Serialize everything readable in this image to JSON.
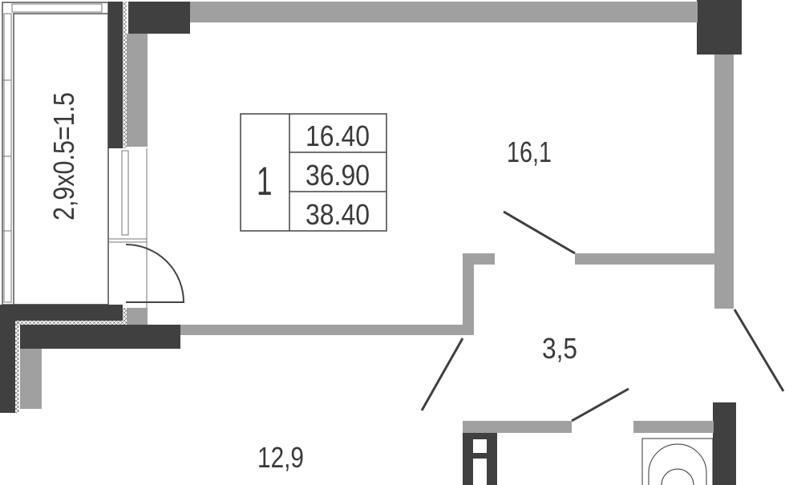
{
  "apartment": {
    "rooms_count": "1",
    "living_area": "16.40",
    "total_area": "36.90",
    "total_area_with_balcony": "38.40"
  },
  "rooms": {
    "living_room": "16,1",
    "hallway": "3,5",
    "kitchen": "12,9",
    "balcony": "2,9x0.5=1.5"
  },
  "colors": {
    "wall_dark": "#404040",
    "wall_light": "#a0a0a0",
    "text": "#3a3a3a"
  }
}
